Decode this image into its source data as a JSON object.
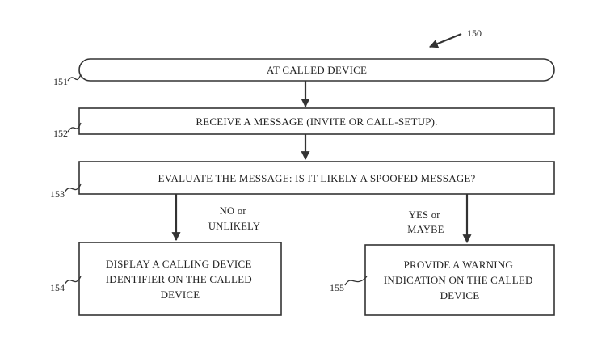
{
  "figure": {
    "ref": "150"
  },
  "nodes": [
    {
      "id": "start",
      "ref": "151",
      "lines": [
        "AT CALLED DEVICE"
      ]
    },
    {
      "id": "receive",
      "ref": "152",
      "lines": [
        "RECEIVE A MESSAGE (INVITE OR CALL-SETUP)."
      ]
    },
    {
      "id": "evaluate",
      "ref": "153",
      "lines": [
        "EVALUATE THE MESSAGE: IS IT LIKELY A SPOOFED MESSAGE?"
      ]
    },
    {
      "id": "display",
      "ref": "154",
      "lines": [
        "DISPLAY A CALLING DEVICE",
        "IDENTIFIER ON THE CALLED",
        "DEVICE"
      ]
    },
    {
      "id": "warn",
      "ref": "155",
      "lines": [
        "PROVIDE A WARNING",
        "INDICATION ON THE CALLED",
        "DEVICE"
      ]
    }
  ],
  "edges": [
    {
      "from": "evaluate",
      "to": "display",
      "label": [
        "NO or",
        "UNLIKELY"
      ]
    },
    {
      "from": "evaluate",
      "to": "warn",
      "label": [
        "YES or",
        "MAYBE"
      ]
    }
  ]
}
